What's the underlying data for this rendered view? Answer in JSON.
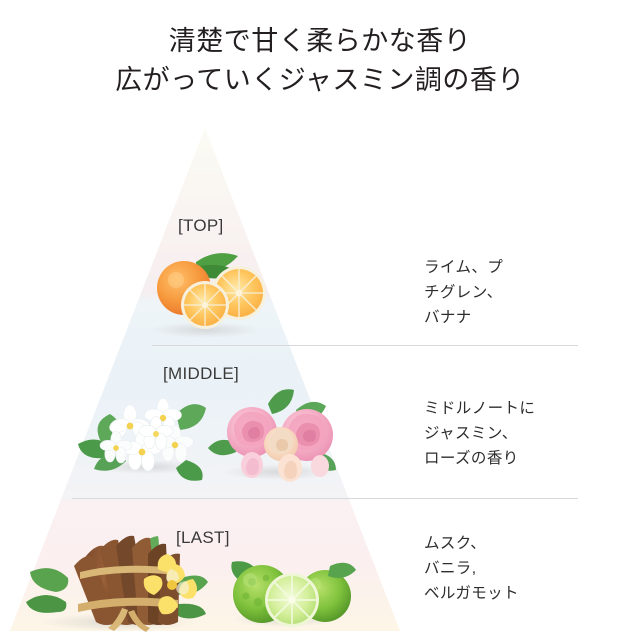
{
  "title": {
    "line1": "清楚で甘く柔らかな香り",
    "line2": "広がっていくジャスミン調の香り"
  },
  "pyramid": {
    "tiers": [
      {
        "key": "top",
        "label": "[TOP]",
        "description": "ライム、プ\nチグレン、\nバナナ",
        "band_color": "#f7f1f1",
        "imagery": [
          "orange-fruit",
          "citrus-leaf"
        ]
      },
      {
        "key": "middle",
        "label": "[MIDDLE]",
        "description": "ミドルノートに\nジャスミン、\nローズの香り",
        "band_color": "#eaf2f7",
        "imagery": [
          "jasmine-flower",
          "pink-rose"
        ]
      },
      {
        "key": "last",
        "label": "[LAST]",
        "description": "ムスク、\nバニラ,\nベルガモット",
        "band_color": "#fbf0f2",
        "imagery": [
          "vanilla-bean-bundle",
          "plumeria-flower",
          "bergamot-lime"
        ]
      }
    ]
  },
  "colors": {
    "background": "#ffffff",
    "text": "#2d2d2d",
    "title_text": "#231f20",
    "divider": "#d7d9dd",
    "apex_tint": "#fbfbf6",
    "base_tint": "#fdf6e6"
  }
}
